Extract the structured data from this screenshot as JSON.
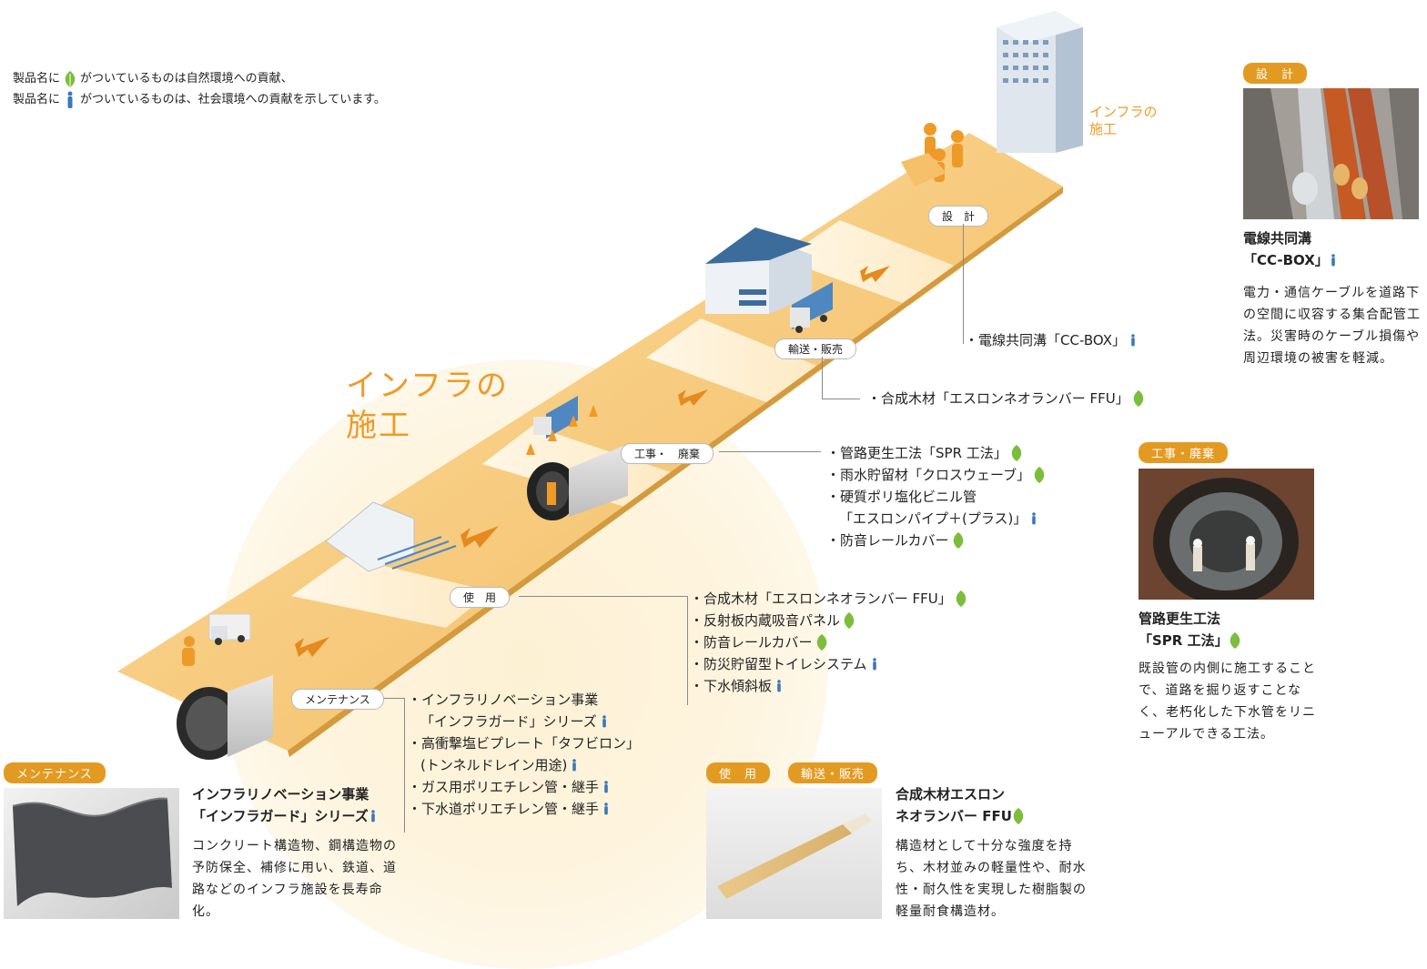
{
  "legend": {
    "prefix": "製品名に",
    "nature_text": "がついているものは自然環境への貢献、",
    "social_text": "がついているものは、社会環境への貢献を示しています。"
  },
  "titles": {
    "main_line1": "インフラの",
    "main_line2": "施工",
    "small_line1": "インフラの",
    "small_line2": "施工"
  },
  "stages": {
    "design": "設　計",
    "transport": "輸送・販売",
    "construction": "工事・　廃棄",
    "use": "使　用",
    "maintenance": "メンテナンス"
  },
  "lists": {
    "design": [
      "・電線共同溝「CC-BOX」"
    ],
    "transport": [
      "・合成木材「エスロンネオランバー FFU」"
    ],
    "construction": [
      "・管路更生工法「SPR 工法」",
      "・雨水貯留材「クロスウェーブ」",
      "・硬質ポリ塩化ビニル管",
      "「エスロンパイプ＋(プラス)」",
      "・防音レールカバー"
    ],
    "use": [
      "・合成木材「エスロンネオランバー FFU」",
      "・反射板内蔵吸音パネル",
      "・防音レールカバー",
      "・防災貯留型トイレシステム",
      "・下水傾斜板"
    ],
    "maintenance": [
      "・インフラリノベーション事業",
      "「インフラガード」シリーズ",
      "・高衝撃塩ビプレート「タフビロン」",
      "(トンネルドレイン用途)",
      "・ガス用ポリエチレン管・継手",
      "・下水道ポリエチレン管・継手"
    ]
  },
  "features": {
    "ccbox": {
      "tag": "設　計",
      "title1": "電線共同溝",
      "title2": "「CC-BOX」",
      "body": "電力・通信ケーブルを道路下の空間に収容する集合配管工法。災害時のケーブル損傷や周辺環境の被害を軽減。"
    },
    "spr": {
      "tag": "工事・廃棄",
      "title1": "管路更生工法",
      "title2": "「SPR 工法」",
      "body": "既設管の内側に施工することで、道路を掘り返すことなく、老朽化した下水管をリニューアルできる工法。"
    },
    "infraguard": {
      "tag": "メンテナンス",
      "title1": "インフラリノベーション事業",
      "title2": "「インフラガード」シリーズ",
      "body": "コンクリート構造物、鋼構造物の予防保全、補修に用い、鉄道、道路などのインフラ施設を長寿命化。"
    },
    "ffu": {
      "tag1": "使　用",
      "tag2": "輸送・販売",
      "title1": "合成木材エスロン",
      "title2": "ネオランバー FFU",
      "body": "構造材として十分な強度を持ち、木材並みの軽量性や、耐水性・耐久性を実現した樹脂製の軽量耐食構造材。"
    }
  },
  "icons": {
    "nature": "leaf-icon",
    "social": "person-icon"
  },
  "colors": {
    "accent_orange": "#ef9a28",
    "tag_orange": "#e39a22",
    "leaf_green": "#7cbd3c",
    "person_blue": "#3a78b8",
    "road_light": "#fce9bd",
    "road_dark": "#f4bd66"
  }
}
